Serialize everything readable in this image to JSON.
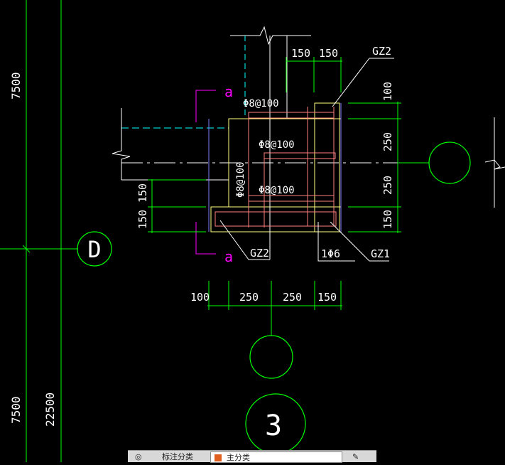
{
  "drawing": {
    "dims_top": [
      "150",
      "150"
    ],
    "dims_right": [
      "100",
      "250",
      "250",
      "150"
    ],
    "dims_left": [
      "150",
      "150"
    ],
    "dims_bottom": [
      "100",
      "250",
      "250",
      "150"
    ],
    "dims_axis_left": [
      "7500",
      "7500",
      "22500"
    ],
    "labels": {
      "gz2_top": "GZ2",
      "gz2_bottom": "GZ2",
      "gz1": "GZ1",
      "tie": "1Φ6",
      "rebar_a": "Φ8@100",
      "rebar_b": "Φ8@100",
      "rebar_c": "Φ8@100",
      "rebar_vertical": "Φ8@100",
      "section_top": "a",
      "section_bottom": "a"
    },
    "axes": {
      "d": "D",
      "three": "3"
    }
  },
  "statusbar": {
    "layer_a": "标注分类",
    "layer_b": "主分类"
  },
  "colors": {
    "background": "#000000",
    "axis": "#00ff00",
    "wall": "#ffff80",
    "section": "#ff00ff",
    "rebar": "#ff8080",
    "dim": "#00ff00"
  }
}
